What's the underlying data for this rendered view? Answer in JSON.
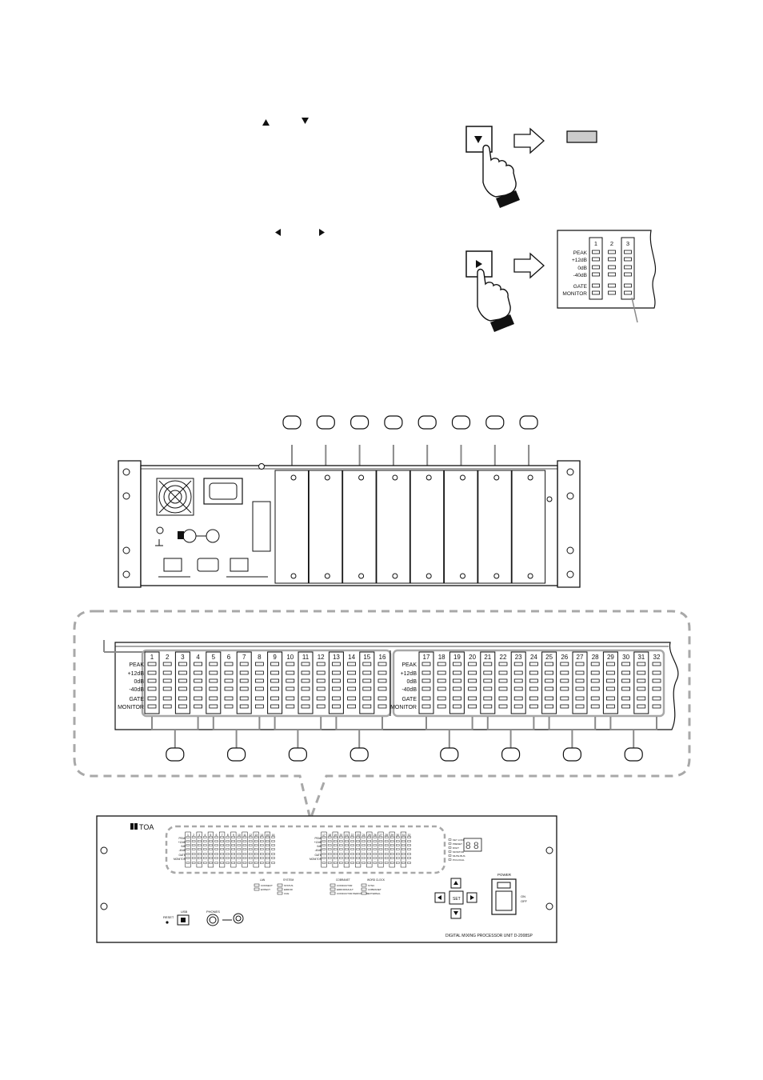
{
  "channels": [
    "1",
    "2",
    "3",
    "4",
    "5",
    "6",
    "7",
    "8",
    "9",
    "10",
    "11",
    "12",
    "13",
    "14",
    "15",
    "16",
    "17",
    "18",
    "19",
    "20",
    "21",
    "22",
    "23",
    "24",
    "25",
    "26",
    "27",
    "28",
    "29",
    "30",
    "31",
    "32"
  ],
  "meter_labels": [
    "PEAK",
    "+12dB",
    "0dB",
    "-40dB",
    "GATE",
    "MONITOR"
  ],
  "inset_channels": [
    "1",
    "2",
    "3"
  ],
  "brand": "TOA",
  "front_panel": {
    "unit_name": "DIGITAL MIXING PROCESSOR UNIT  D-2008SP",
    "power_label": "POWER",
    "power_on": "ON",
    "power_off": "OFF",
    "set_label": "SET",
    "reset_label": "RESET",
    "usb_label": "USB",
    "phones_label": "PHONES",
    "lan_label": "LAN",
    "lan_items": [
      "CONNECT",
      "EXPECT"
    ],
    "system_label": "SYSTEM",
    "system_items": [
      "STATUS",
      "ERROR",
      "CUE"
    ],
    "cobranet_label": "COBRANET",
    "cobranet_items": [
      "CONDUCTOR",
      "ERROR/FAULT",
      "CONDUCTOR PERFORMER"
    ],
    "wordclock_label": "WORD CLOCK",
    "wordclock_items": [
      "SYNC",
      "COBRANET",
      "EXTERNAL"
    ],
    "display_items": [
      "KEY LOCK",
      "PRESET",
      "DIGIT",
      "MONITOR",
      "MUTE BUS",
      "PC/LOCAL"
    ]
  },
  "colors": {
    "line": "#1a1a1a",
    "dashed": "#a8a8a8",
    "callout": "#8a8a8a",
    "display_fill": "#cccccc"
  }
}
